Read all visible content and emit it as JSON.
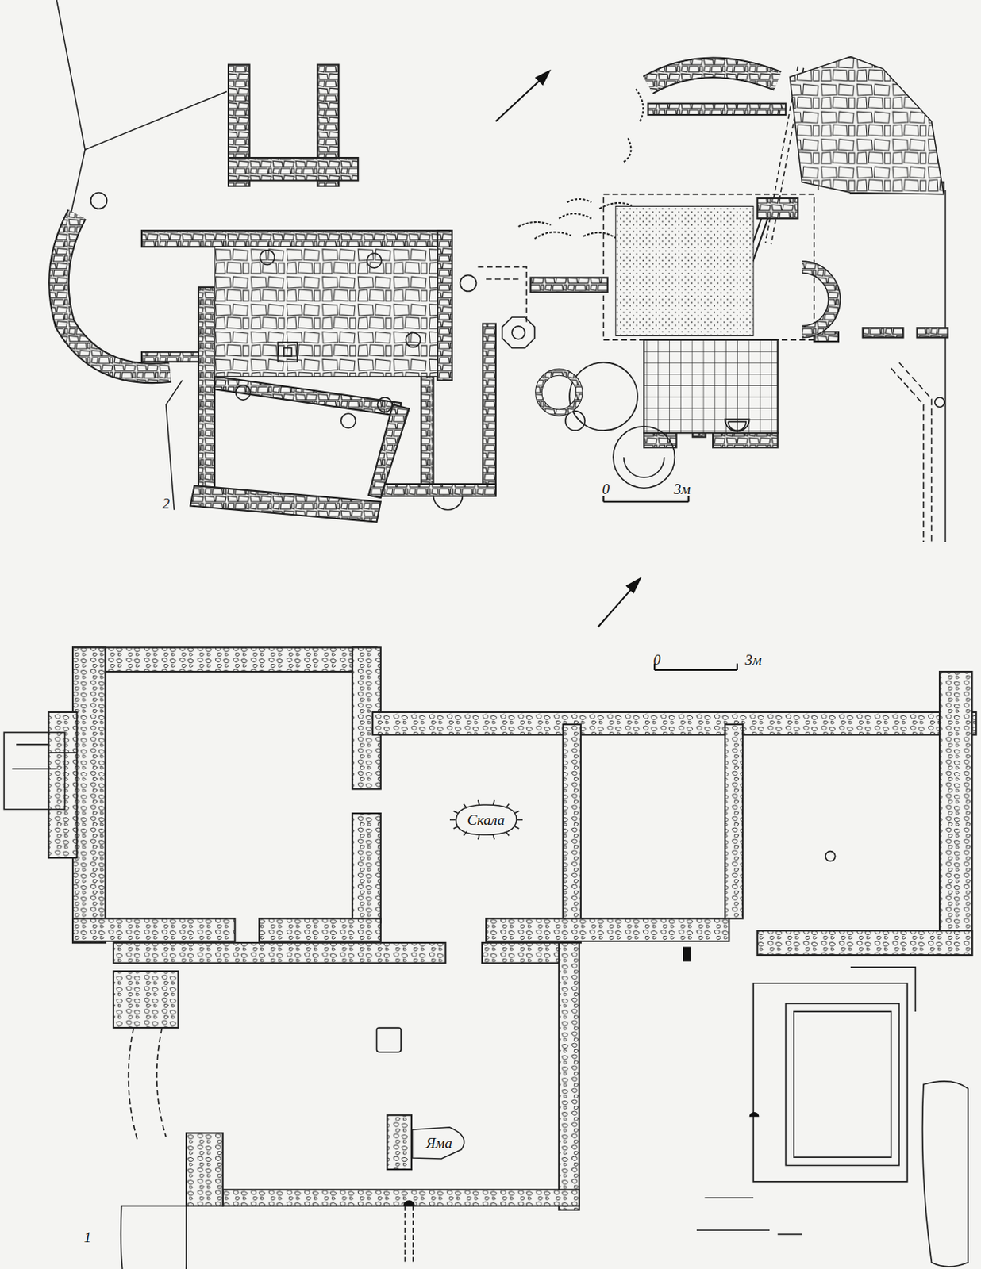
{
  "diagram": {
    "nodes": [
      {
        "text": [
          "Скала"
        ]
      },
      {
        "text": [
          "Яма"
        ]
      }
    ],
    "labels": [
      "2",
      "0",
      "3м",
      "0",
      "3м",
      "1"
    ]
  }
}
